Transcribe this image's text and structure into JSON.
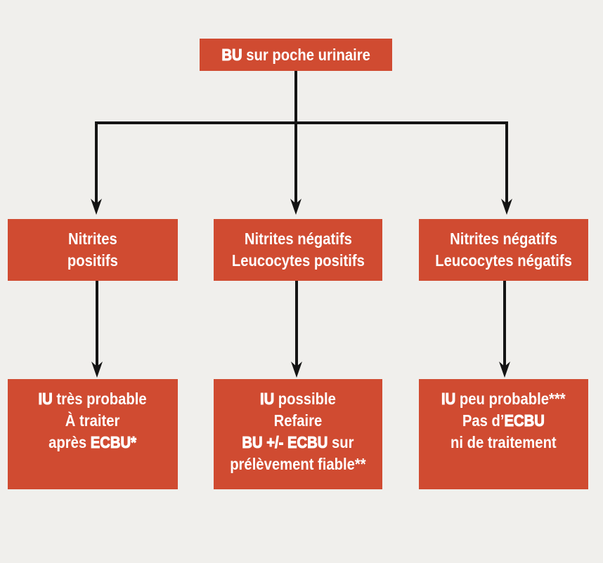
{
  "palette": {
    "background": "#f0efec",
    "box": "#d04b31",
    "text": "#ffffff",
    "arrow": "#141414"
  },
  "flowchart": {
    "root": {
      "lines": [
        [
          {
            "t": "BU",
            "w": "heavy"
          },
          {
            "t": " sur poche urinaire",
            "w": "normal"
          }
        ]
      ]
    },
    "branches": [
      {
        "lines": [
          [
            {
              "t": "Nitrites",
              "w": "normal"
            }
          ],
          [
            {
              "t": "positifs",
              "w": "normal"
            }
          ]
        ]
      },
      {
        "lines": [
          [
            {
              "t": "Nitrites négatifs",
              "w": "normal"
            }
          ],
          [
            {
              "t": "Leucocytes positifs",
              "w": "normal"
            }
          ]
        ]
      },
      {
        "lines": [
          [
            {
              "t": "Nitrites négatifs",
              "w": "normal"
            }
          ],
          [
            {
              "t": "Leucocytes négatifs",
              "w": "normal"
            }
          ]
        ]
      }
    ],
    "outcomes": [
      {
        "lines": [
          [
            {
              "t": "IU",
              "w": "heavy"
            },
            {
              "t": " très probable",
              "w": "normal"
            }
          ],
          [
            {
              "t": "À traiter",
              "w": "normal"
            }
          ],
          [
            {
              "t": "après ",
              "w": "normal"
            },
            {
              "t": "ECBU*",
              "w": "heavy"
            }
          ]
        ]
      },
      {
        "lines": [
          [
            {
              "t": "IU",
              "w": "heavy"
            },
            {
              "t": " possible",
              "w": "normal"
            }
          ],
          [
            {
              "t": "Refaire",
              "w": "normal"
            }
          ],
          [
            {
              "t": "BU +/- ECBU",
              "w": "heavy"
            },
            {
              "t": " sur",
              "w": "normal"
            }
          ],
          [
            {
              "t": "prélèvement fiable**",
              "w": "normal"
            }
          ]
        ]
      },
      {
        "lines": [
          [
            {
              "t": "IU",
              "w": "heavy"
            },
            {
              "t": " peu probable***",
              "w": "normal"
            }
          ],
          [
            {
              "t": "Pas d’",
              "w": "normal"
            },
            {
              "t": "ECBU",
              "w": "heavy"
            }
          ],
          [
            {
              "t": "ni de traitement",
              "w": "normal"
            }
          ]
        ]
      }
    ]
  }
}
